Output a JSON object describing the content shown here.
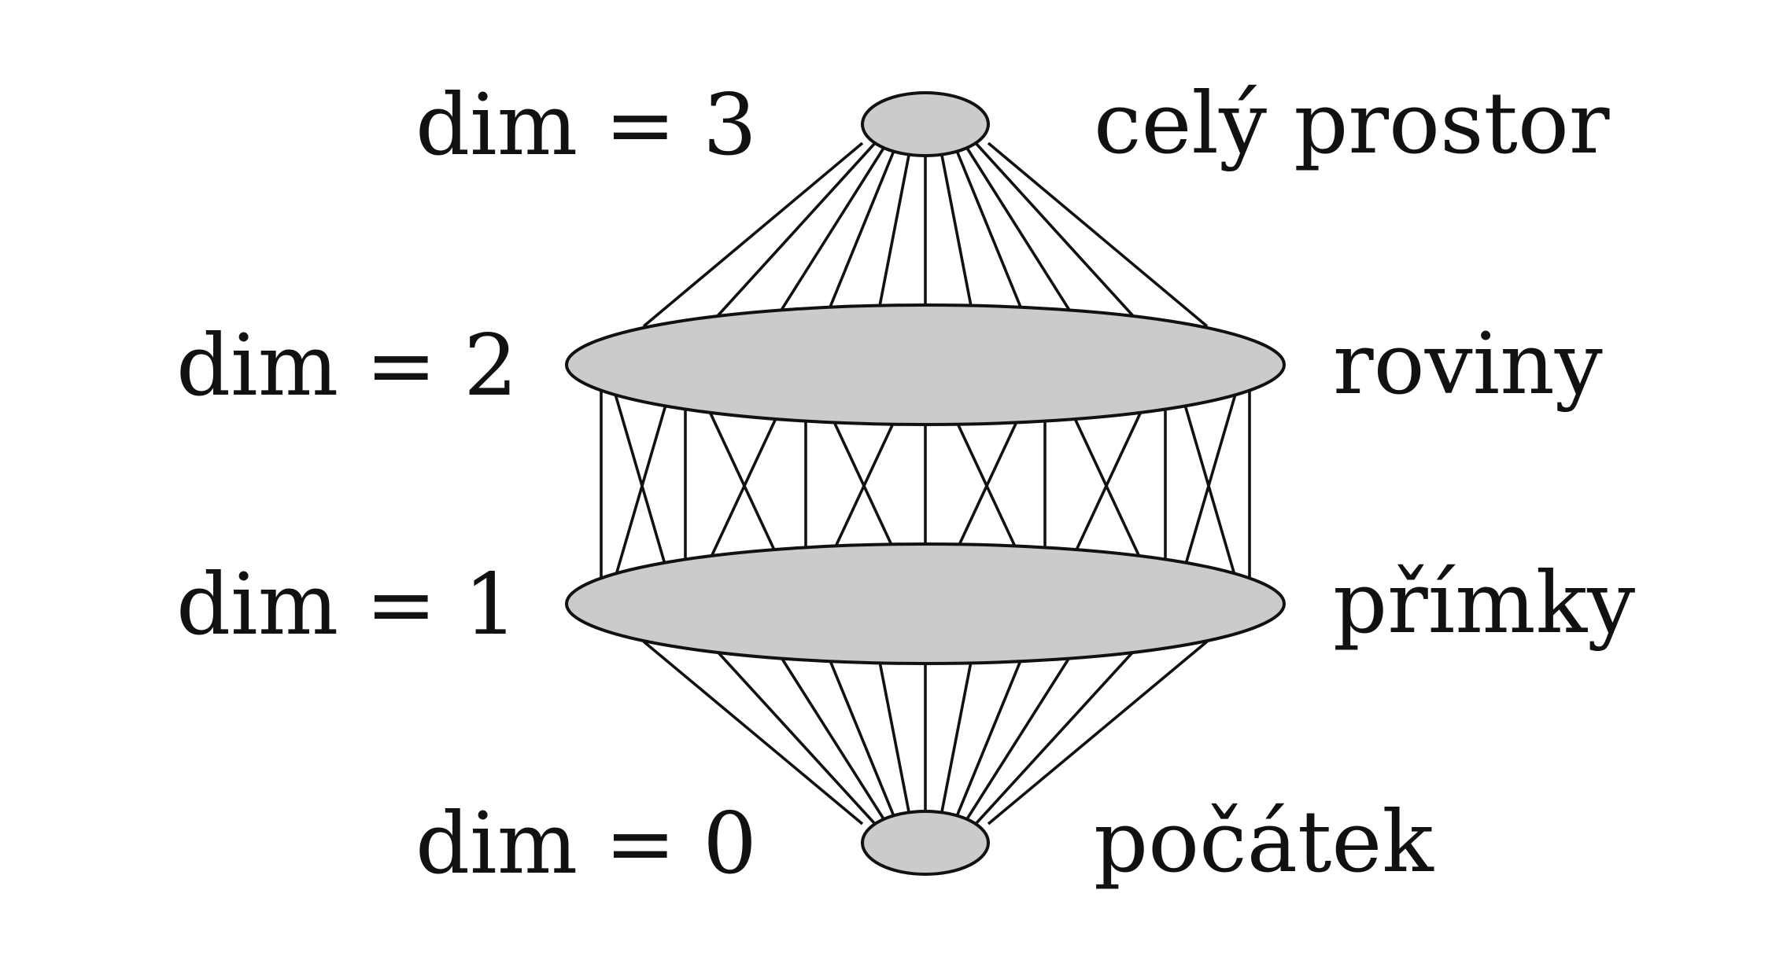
{
  "diagram": {
    "levels": [
      {
        "dim_label": "dim = 3",
        "name": "celý prostor"
      },
      {
        "dim_label": "dim = 2",
        "name": "roviny"
      },
      {
        "dim_label": "dim = 1",
        "name": "přímky"
      },
      {
        "dim_label": "dim = 0",
        "name": "počátek"
      }
    ],
    "colors": {
      "node_fill": "#cbcacd",
      "stroke": "#111111",
      "background": "#ffffff"
    }
  }
}
